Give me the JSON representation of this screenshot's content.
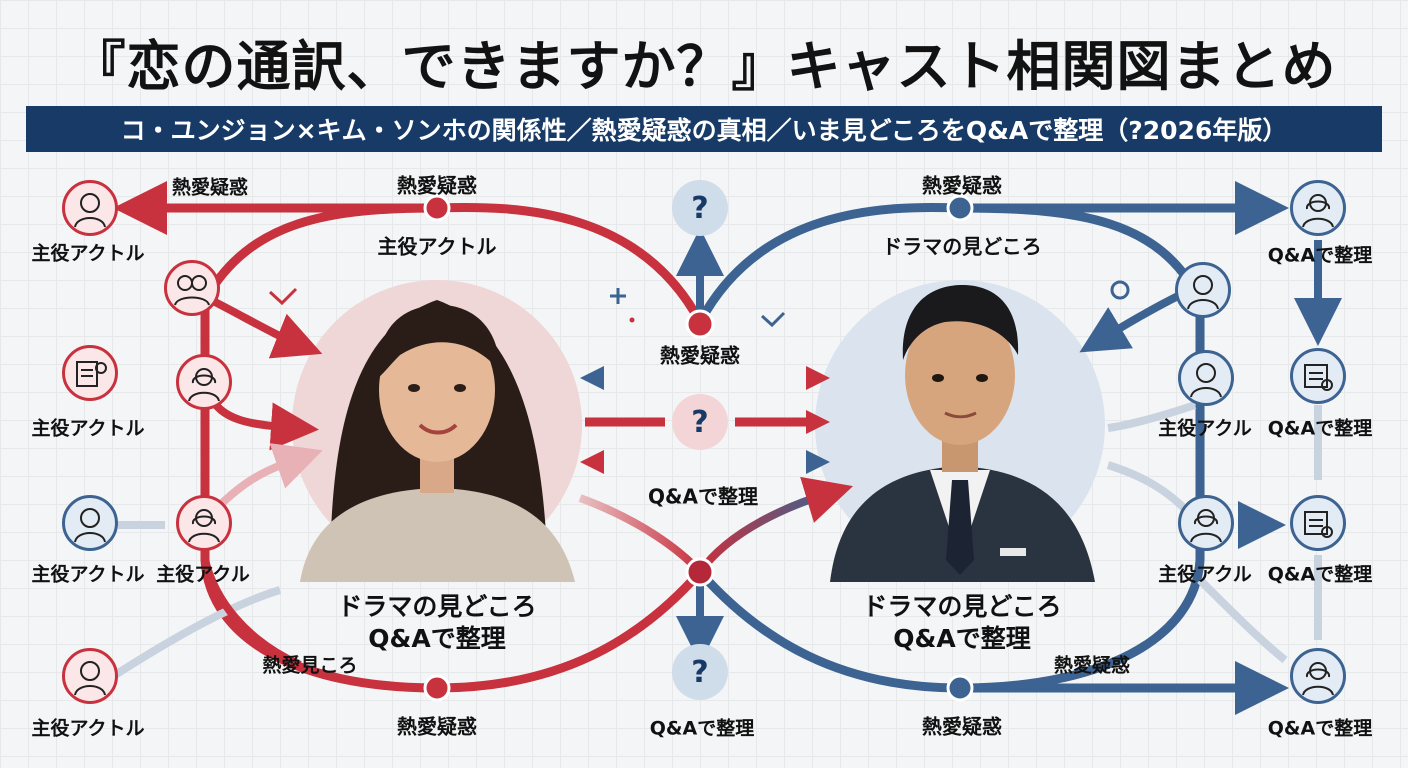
{
  "title": "『恋の通訳、できますか？』キャスト相関図まとめ",
  "subtitle": "コ・ユンジョン×キム・ソンホの関係性／熱愛疑惑の真相／いま見どころをQ&Aで整理（?2026年版）",
  "center": {
    "top_mid_label": "熱愛疑惑",
    "mid_bottom_label": "Q&Aで整理",
    "question_mark": "?"
  },
  "left_person": {
    "label_line1": "ドラマの見どころ",
    "label_line2": "Q&Aで整理",
    "icon": "woman-portrait-icon"
  },
  "right_person": {
    "label_line1": "ドラマの見どころ",
    "label_line2": "Q&Aで整理",
    "icon": "man-portrait-icon"
  },
  "arc_labels": {
    "top_left_upper": "熱愛疑惑",
    "top_left_lower": "主役アクトル",
    "top_right_upper": "熱愛疑惑",
    "top_right_lower": "ドラマの見どころ",
    "bottom_left_upper": "熱愛見ころ",
    "bottom_left_lower": "熱愛疑惑",
    "bottom_right_upper": "熱愛疑惑",
    "bottom_right_lower": "熱愛疑惑",
    "top_arrow_left": "熱愛疑惑",
    "bottom_q_label": "Q&Aで整理"
  },
  "left_nodes": [
    {
      "label": "主役アクトル",
      "icon": "man-avatar-icon",
      "color": "red"
    },
    {
      "label": "",
      "icon": "group-avatar-icon",
      "color": "red"
    },
    {
      "label": "主役アクトル",
      "icon": "document-icon",
      "color": "red"
    },
    {
      "label": "",
      "icon": "woman-avatar-icon",
      "color": "red"
    },
    {
      "label": "主役アクトル",
      "icon": "man-avatar-icon",
      "color": "blue"
    },
    {
      "label": "主役アクル",
      "icon": "woman-avatar-icon",
      "color": "red"
    },
    {
      "label": "主役アクトル",
      "icon": "man-avatar-icon",
      "color": "red"
    }
  ],
  "right_nodes": [
    {
      "label": "Q&Aで整理",
      "icon": "woman-avatar-icon"
    },
    {
      "label": "",
      "icon": "man-avatar-icon"
    },
    {
      "label": "主役アクル",
      "icon": "man-avatar-icon"
    },
    {
      "label": "Q&Aで整理",
      "icon": "document-icon"
    },
    {
      "label": "主役アクル",
      "icon": "woman-avatar-icon"
    },
    {
      "label": "Q&Aで整理",
      "icon": "document-icon"
    },
    {
      "label": "Q&Aで整理",
      "icon": "woman-avatar-icon"
    }
  ],
  "colors": {
    "red": "#c8313e",
    "blue": "#3c6391",
    "navy": "#173a66",
    "pink_bg": "#f0d3d4",
    "blue_bg": "#dbe4ee"
  }
}
